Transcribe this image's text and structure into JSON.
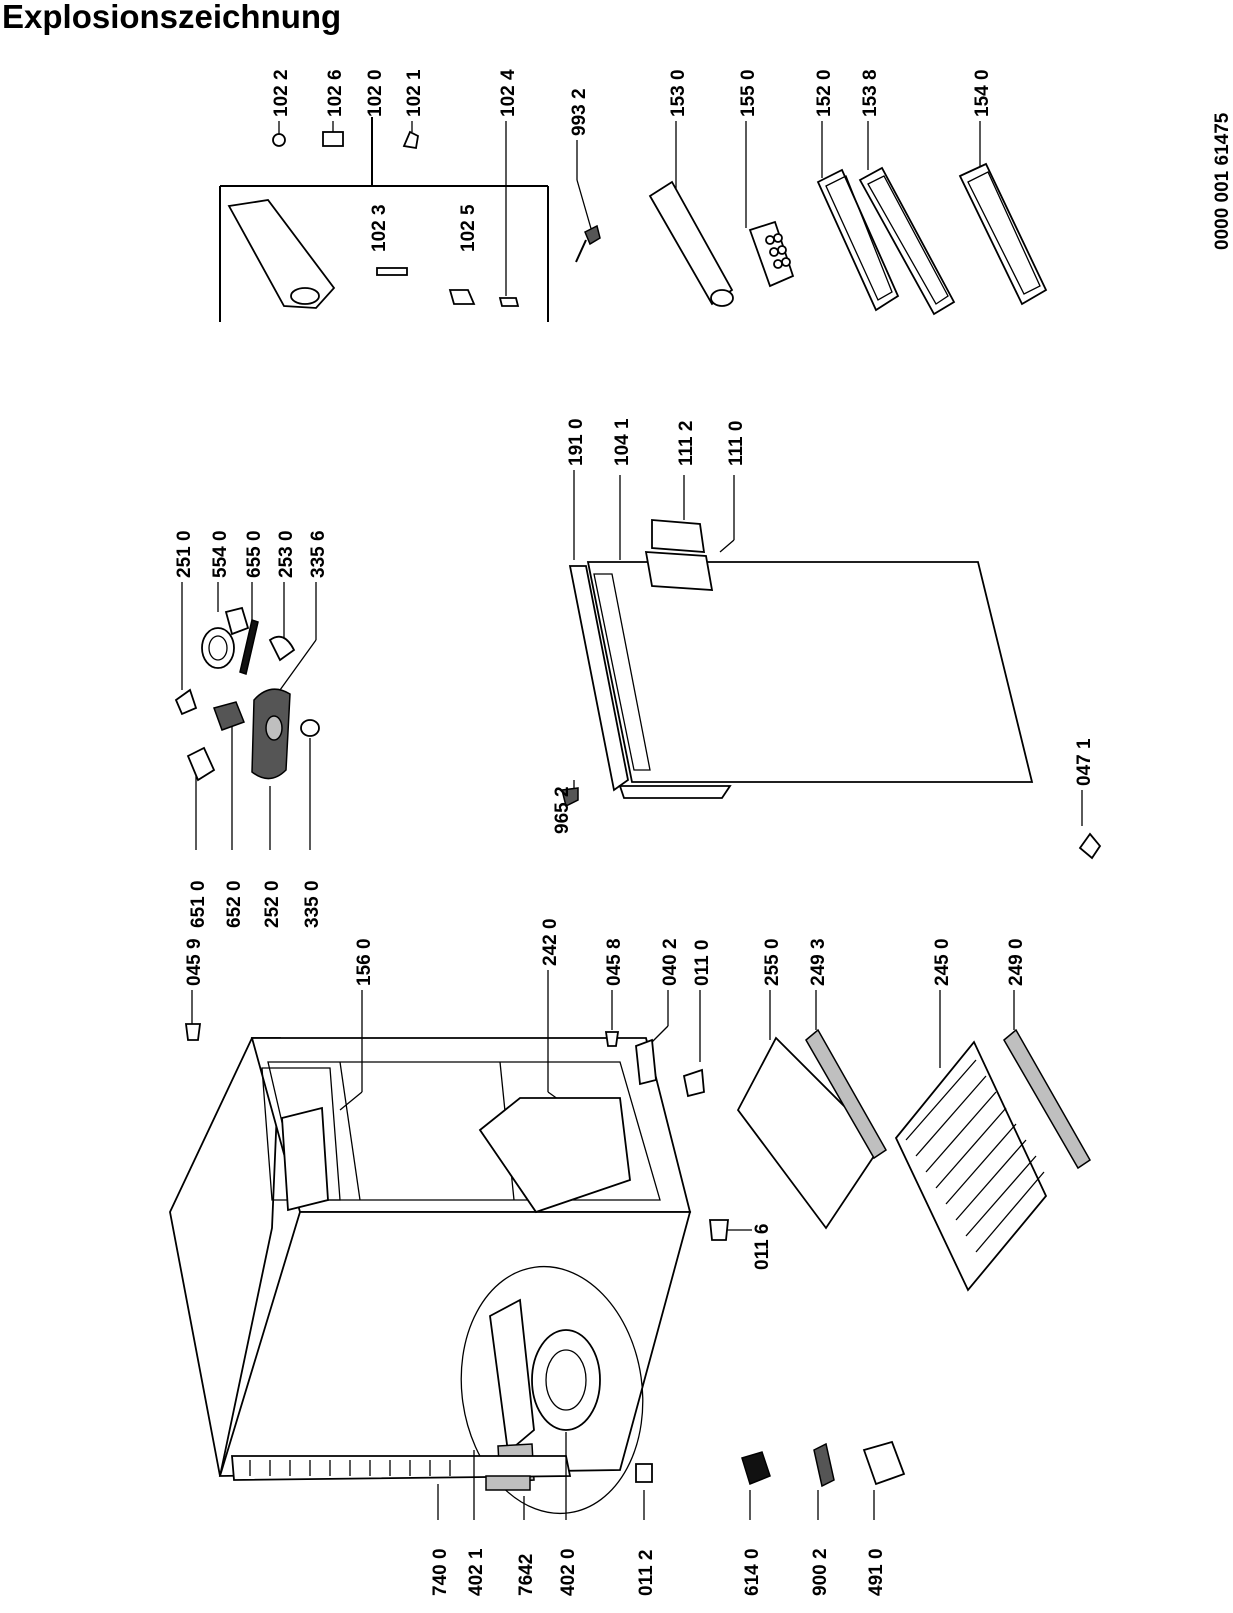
{
  "title": "Explosionszeichnung",
  "document_number": "0000 001 61475",
  "parts": {
    "p1022": "102 2",
    "p1026": "102 6",
    "p1020": "102 0",
    "p1021": "102 1",
    "p1024": "102 4",
    "p9932": "993 2",
    "p1530": "153 0",
    "p1550": "155 0",
    "p1520": "152 0",
    "p1538": "153 8",
    "p1540": "154 0",
    "p1023": "102 3",
    "p1025": "102 5",
    "p2510": "251 0",
    "p5540": "554 0",
    "p6550": "655 0",
    "p2530": "253 0",
    "p3356": "335 6",
    "p6510": "651 0",
    "p6520": "652 0",
    "p2520": "252 0",
    "p3350": "335 0",
    "p1910": "191 0",
    "p1041": "104 1",
    "p1112": "111 2",
    "p1110": "111 0",
    "p9652": "965 2",
    "p0471": "047 1",
    "p0459": "045 9",
    "p1560": "156 0",
    "p2420": "242 0",
    "p0458": "045 8",
    "p0402": "040 2",
    "p0110": "011 0",
    "p2550": "255 0",
    "p2493": "249 3",
    "p2450": "245 0",
    "p2490": "249 0",
    "p0116": "011 6",
    "p7400": "740 0",
    "p4021": "402 1",
    "p7642": "7642",
    "p4020": "402 0",
    "p0112": "011 2",
    "p6140": "614 0",
    "p9002": "900 2",
    "p4910": "491 0"
  }
}
